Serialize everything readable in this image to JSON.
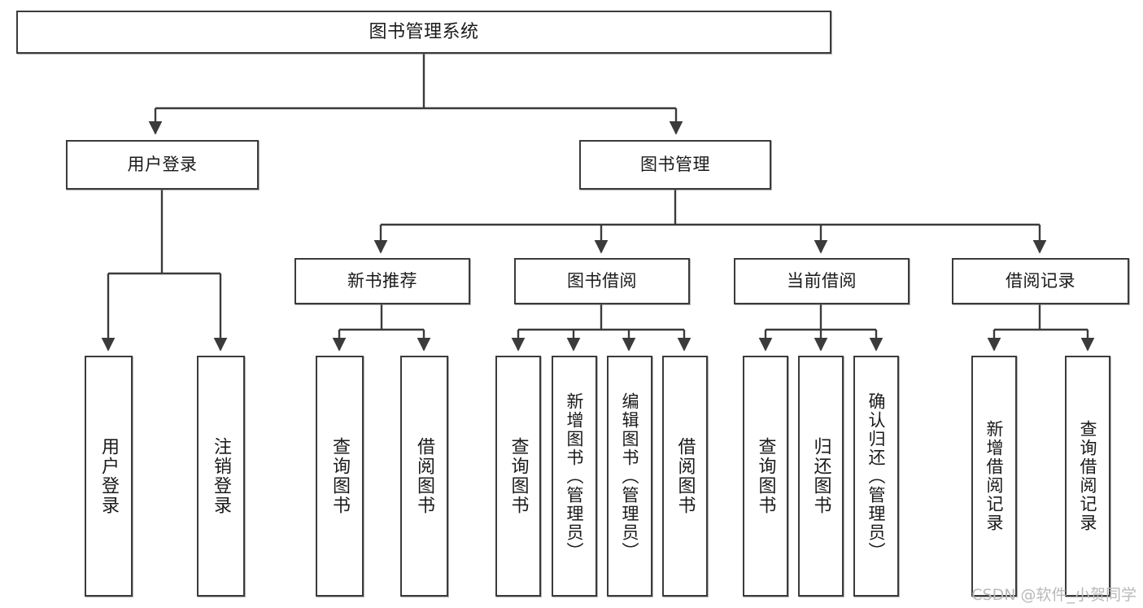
{
  "diagram": {
    "title": "图书管理系统",
    "watermark": "CSDN @软件_小贺同学",
    "line_color": "#3b3b3b",
    "box_border_color": "#3b3b3b",
    "background_color": "#ffffff",
    "text_color": "#1a1a1a",
    "watermark_color": "#b9b9b9"
  },
  "nodes": {
    "root": {
      "label": "图书管理系统"
    },
    "level2": [
      {
        "label": "用户登录"
      },
      {
        "label": "图书管理"
      }
    ],
    "level3": [
      {
        "label": "新书推荐"
      },
      {
        "label": "图书借阅"
      },
      {
        "label": "当前借阅"
      },
      {
        "label": "借阅记录"
      }
    ],
    "leaves_user_login": [
      {
        "label": "用户登录"
      },
      {
        "label": "注销登录"
      }
    ],
    "leaves_new_book": [
      {
        "label": "查询图书"
      },
      {
        "label": "借阅图书"
      }
    ],
    "leaves_borrow": [
      {
        "label": "查询图书"
      },
      {
        "label": "新增图书（管理员）"
      },
      {
        "label": "编辑图书（管理员）"
      },
      {
        "label": "借阅图书"
      }
    ],
    "leaves_current": [
      {
        "label": "查询图书"
      },
      {
        "label": "归还图书"
      },
      {
        "label": "确认归还（管理员）"
      }
    ],
    "leaves_records": [
      {
        "label": "新增借阅记录"
      },
      {
        "label": "查询借阅记录"
      }
    ]
  }
}
